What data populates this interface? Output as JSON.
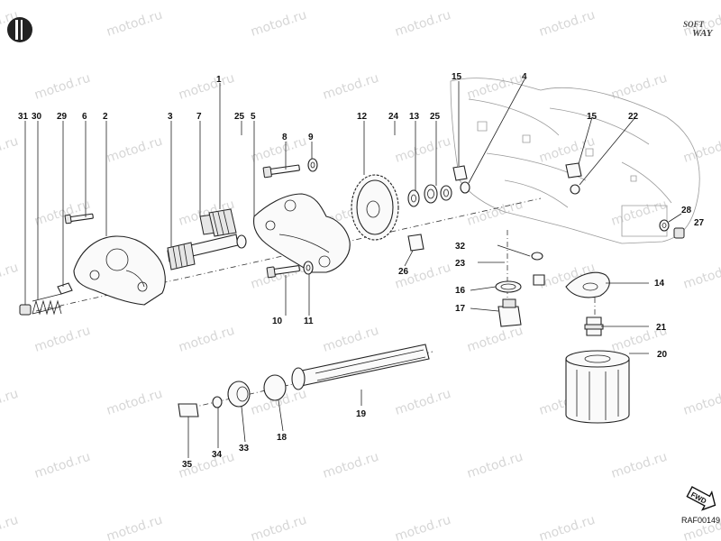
{
  "brand": {
    "logo_icon": "circle-logo-icon",
    "softway_line1": "SOFT",
    "softway_line2": "WAY"
  },
  "watermark": {
    "text": "motod.ru"
  },
  "reference": {
    "code": "RAF00149",
    "fwd_label": "FWD",
    "fwd_icon": "forward-arrow-icon"
  },
  "callouts": [
    {
      "id": "c31",
      "label": "31"
    },
    {
      "id": "c30",
      "label": "30"
    },
    {
      "id": "c29",
      "label": "29"
    },
    {
      "id": "c6",
      "label": "6"
    },
    {
      "id": "c2",
      "label": "2"
    },
    {
      "id": "c3",
      "label": "3"
    },
    {
      "id": "c7",
      "label": "7"
    },
    {
      "id": "c1",
      "label": "1"
    },
    {
      "id": "c25a",
      "label": "25"
    },
    {
      "id": "c5",
      "label": "5"
    },
    {
      "id": "c8",
      "label": "8"
    },
    {
      "id": "c9",
      "label": "9"
    },
    {
      "id": "c12",
      "label": "12"
    },
    {
      "id": "c24",
      "label": "24"
    },
    {
      "id": "c13",
      "label": "13"
    },
    {
      "id": "c25b",
      "label": "25"
    },
    {
      "id": "c15a",
      "label": "15"
    },
    {
      "id": "c4",
      "label": "4"
    },
    {
      "id": "c15b",
      "label": "15"
    },
    {
      "id": "c22",
      "label": "22"
    },
    {
      "id": "c28",
      "label": "28"
    },
    {
      "id": "c27",
      "label": "27"
    },
    {
      "id": "c32",
      "label": "32"
    },
    {
      "id": "c23",
      "label": "23"
    },
    {
      "id": "c26",
      "label": "26"
    },
    {
      "id": "c16",
      "label": "16"
    },
    {
      "id": "c17",
      "label": "17"
    },
    {
      "id": "c14",
      "label": "14"
    },
    {
      "id": "c21",
      "label": "21"
    },
    {
      "id": "c20",
      "label": "20"
    },
    {
      "id": "c10",
      "label": "10"
    },
    {
      "id": "c11",
      "label": "11"
    },
    {
      "id": "c19",
      "label": "19"
    },
    {
      "id": "c18",
      "label": "18"
    },
    {
      "id": "c33",
      "label": "33"
    },
    {
      "id": "c34",
      "label": "34"
    },
    {
      "id": "c35",
      "label": "35"
    }
  ]
}
